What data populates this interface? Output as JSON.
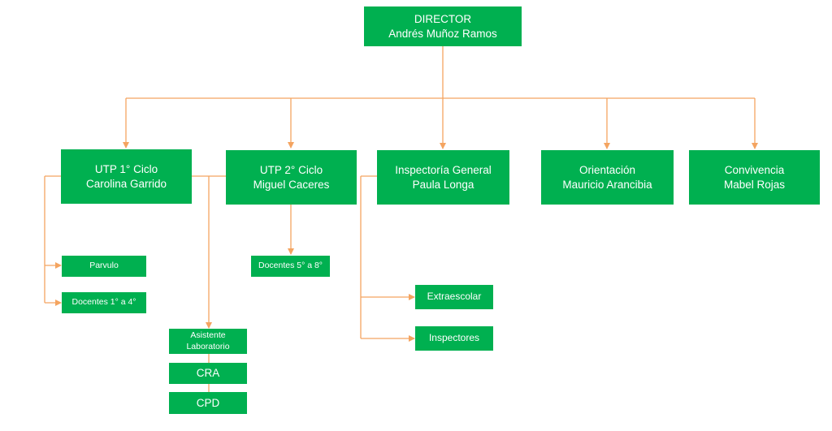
{
  "director": {
    "title": "DIRECTOR",
    "name": "Andrés Muñoz Ramos"
  },
  "departments": [
    {
      "title": "UTP 1° Ciclo",
      "name": "Carolina Garrido"
    },
    {
      "title": "UTP 2° Ciclo",
      "name": "Miguel Caceres"
    },
    {
      "title": "Inspectoría General",
      "name": "Paula Longa"
    },
    {
      "title": "Orientación",
      "name": "Mauricio Arancibia"
    },
    {
      "title": "Convivencia",
      "name": "Mabel Rojas"
    }
  ],
  "utp1_children": [
    "Parvulo",
    "Docentes 1° a 4°"
  ],
  "utp2_children": [
    "Docentes 5° a 8°"
  ],
  "inspectoria_children": [
    "Extraescolar",
    "Inspectores"
  ],
  "support": {
    "line1": "Asistente",
    "line2": "Laboratorio",
    "cra": "CRA",
    "cpd": "CPD"
  },
  "colors": {
    "box": "#00b050",
    "line": "#f4a460",
    "text": "#ffffff"
  }
}
